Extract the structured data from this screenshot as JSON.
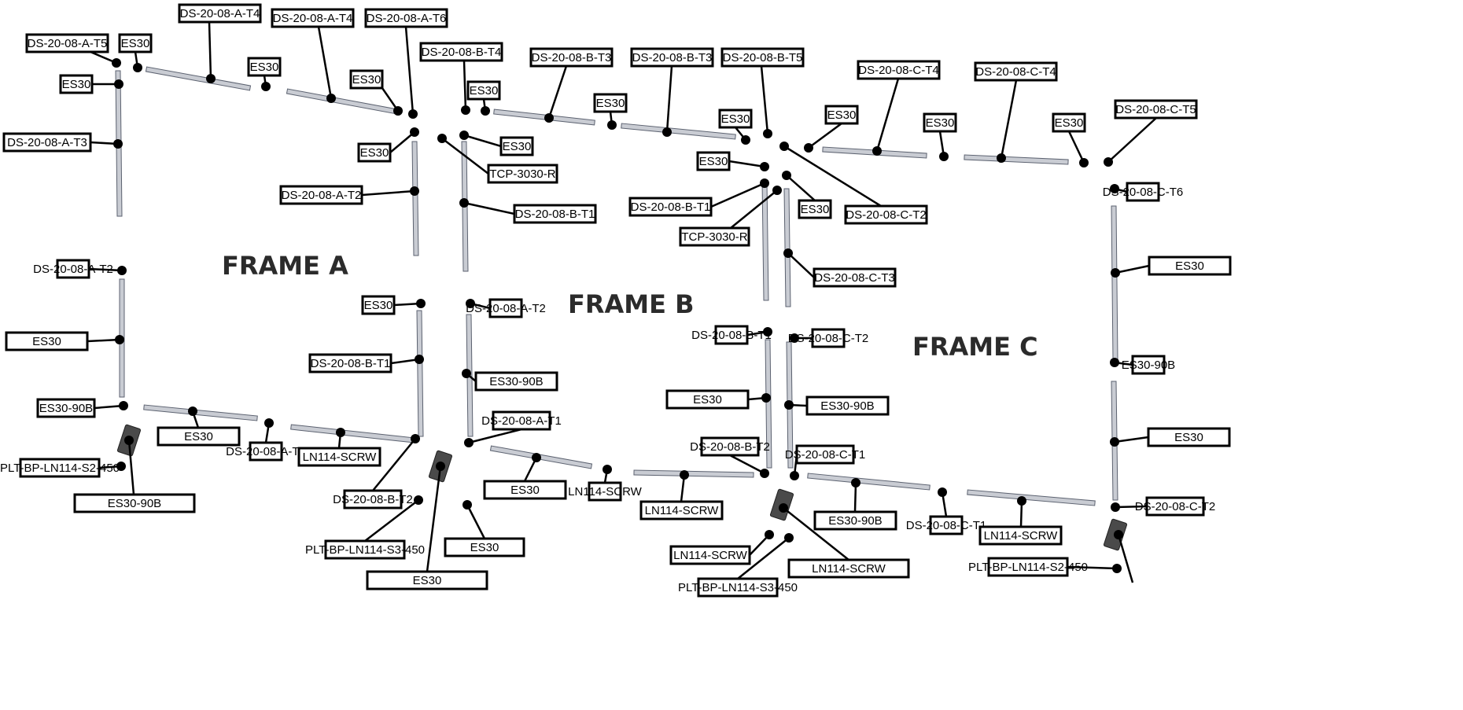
{
  "frames": [
    "FRAME A",
    "FRAME B",
    "FRAME C"
  ],
  "labels": [
    "DS-20-08-A-T4",
    "DS-20-08-A-T4",
    "DS-20-08-A-T6",
    "DS-20-08-A-T5",
    "ES30",
    "ES30",
    "ES30",
    "ES30",
    "DS-20-08-A-T3",
    "DS-20-08-B-T4",
    "DS-20-08-B-T3",
    "DS-20-08-B-T3",
    "DS-20-08-B-T5",
    "ES30",
    "ES30",
    "ES30",
    "ES30",
    "TCP-3030-R",
    "DS-20-08-A-T2",
    "DS-20-08-B-T1",
    "DS-20-08-C-T4",
    "DS-20-08-C-T4",
    "DS-20-08-C-T5",
    "ES30",
    "ES30",
    "ES30",
    "ES30",
    "ES30",
    "DS-20-08-B-T1",
    "TCP-3030-R",
    "ES30",
    "DS-20-08-C-T6",
    "DS-20-08-C-T2",
    "DS-20-08-C-T3",
    "ES30",
    "DS-20-08-A-T2",
    "ES30",
    "ES30",
    "DS-20-08-A-T2",
    "DS-20-08-B-T1",
    "ES30-90B",
    "ES30-90B",
    "DS-20-08-A-T1",
    "ES30",
    "DS-20-08-A-T1",
    "LN114-SCRW",
    "PLT-BP-LN114-S2-450",
    "ES30-90B",
    "DS-20-08-B-T2",
    "ES30",
    "LN114-SCRW",
    "LN114-SCRW",
    "PLT-BP-LN114-S3-450",
    "ES30",
    "ES30",
    "DS-20-08-B-T1",
    "DS-20-08-C-T2",
    "ES30",
    "ES30-90B",
    "ES30-90B",
    "DS-20-08-B-T2",
    "DS-20-08-C-T1",
    "ES30",
    "DS-20-08-C-T1",
    "ES30-90B",
    "DS-20-08-C-T2",
    "LN114-SCRW",
    "LN114-SCRW",
    "PLT-BP-LN114-S3-450",
    "LN114-SCRW",
    "PLT-BP-LN114-S2-450"
  ],
  "colors": {
    "tube": "#c9ccd3",
    "ink": "#000000",
    "title": "#2b2b2b"
  }
}
